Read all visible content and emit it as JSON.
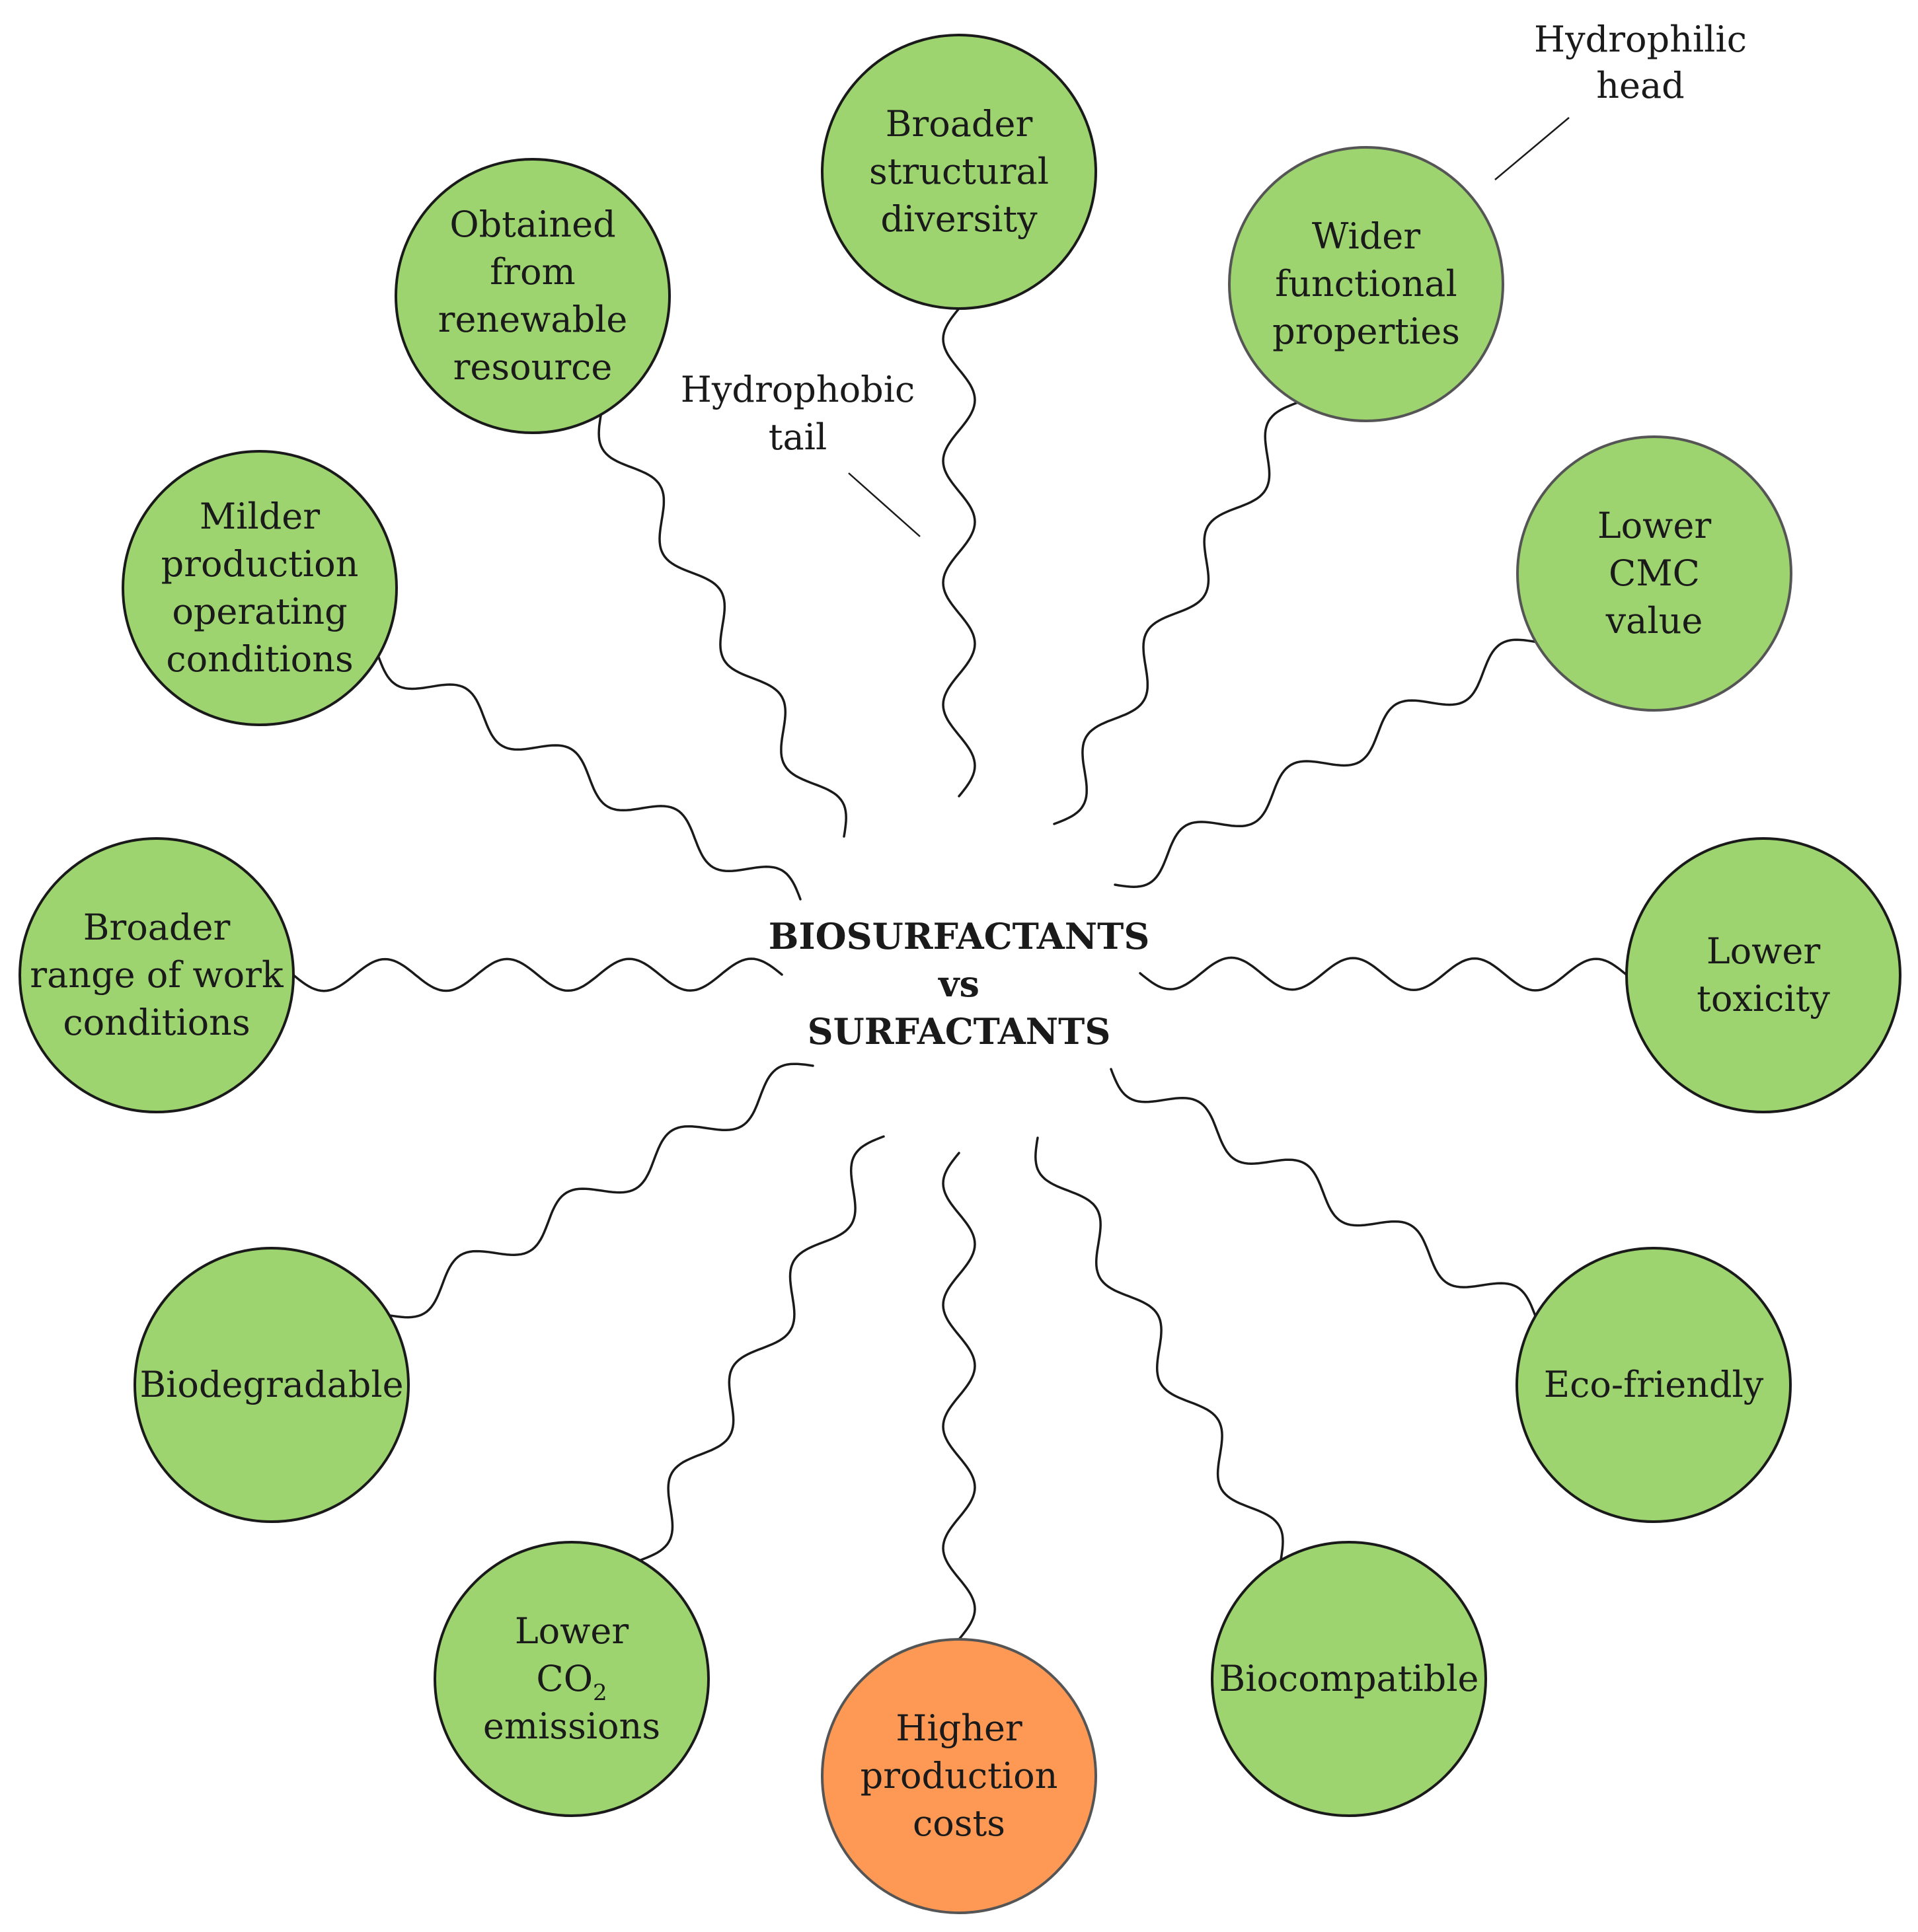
{
  "center": {
    "line1": "BIOSURFACTANTS",
    "line2": "vs",
    "line3": "SURFACTANTS"
  },
  "annotations": {
    "hydrophilic": [
      "Hydrophilic",
      "head"
    ],
    "hydrophobic": [
      "Hydrophobic",
      "tail"
    ]
  },
  "colors": {
    "advantage": "#9dd46f",
    "disadvantage": "#fd9955",
    "outline": "#1a1a1a"
  },
  "properties": [
    {
      "id": "broader-structural-diversity",
      "lines": [
        "Broader",
        "structural",
        "diversity"
      ],
      "kind": "advantage"
    },
    {
      "id": "wider-functional-properties",
      "lines": [
        "Wider",
        "functional",
        "properties"
      ],
      "kind": "advantage"
    },
    {
      "id": "lower-cmc-value",
      "lines": [
        "Lower",
        "CMC",
        "value"
      ],
      "kind": "advantage"
    },
    {
      "id": "lower-toxicity",
      "lines": [
        "Lower",
        "toxicity"
      ],
      "kind": "advantage"
    },
    {
      "id": "eco-friendly",
      "lines": [
        "Eco-friendly"
      ],
      "kind": "advantage"
    },
    {
      "id": "biocompatible",
      "lines": [
        "Biocompatible"
      ],
      "kind": "advantage"
    },
    {
      "id": "higher-production-costs",
      "lines": [
        "Higher",
        "production",
        "costs"
      ],
      "kind": "disadvantage"
    },
    {
      "id": "lower-co2-emissions",
      "lines": [
        "Lower",
        "CO",
        "emissions"
      ],
      "subscript": "2",
      "kind": "advantage"
    },
    {
      "id": "biodegradable",
      "lines": [
        "Biodegradable"
      ],
      "kind": "advantage"
    },
    {
      "id": "broader-range-of-work-conditions",
      "lines": [
        "Broader",
        "range of work",
        "conditions"
      ],
      "kind": "advantage"
    },
    {
      "id": "milder-production-operating-conditions",
      "lines": [
        "Milder",
        "production",
        "operating",
        "conditions"
      ],
      "kind": "advantage"
    },
    {
      "id": "obtained-from-renewable-resource",
      "lines": [
        "Obtained",
        "from",
        "renewable",
        "resource"
      ],
      "kind": "advantage"
    }
  ]
}
